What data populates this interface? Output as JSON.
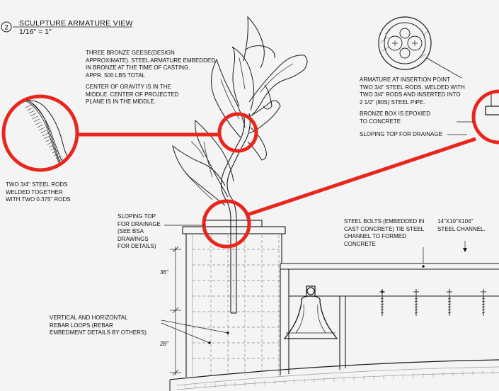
{
  "drawing": {
    "view_number": "2",
    "title": "SCULPTURE ARMATURE VIEW",
    "scale": "1/16\" = 1\""
  },
  "notes": {
    "geese": "THREE BRONZE GEESE(DESIGN\nAPPROXIMATE). STEEL ARMATURE EMBEDDED\nIN BRONZE AT THE TIME OF CASTING.\nAPPR. 500 LBS TOTAL",
    "center_of_gravity": "CENTER OF GRAVITY IS IN THE\nMIDDLE. CENTER OF PROJECTED\nPLANE IS IN THE MIDDLE.",
    "steel_rods": "TWO 3/4\" STEEL RODS\nWELDED TOGETHER\nWITH TWO 0.375\" RODS",
    "insertion_point": "ARMATURE AT INSERTION POINT\nTWO 3/4\" STEEL RODS, WELDED WITH\nTWO 3/4\" RODS AND INSERTED INTO\n2 1/2\" (80S) STEEL PIPE.",
    "bronze_box": "BRONZE BOX IS EPOXIED\nTO CONCRETE",
    "sloping_top_right": "SLOPING TOP FOR DRAINAGE",
    "sloping_top_left": "SLOPING TOP\nFOR DRAINAGE\n(SEE BSA\nDRAWINGS\nFOR DETAILS)",
    "steel_bolts": "STEEL BOLTS (EMBEDDED IN\nCAST CONCRETE) TIE STEEL\nCHANNEL TO FORMED\nCONCRETE",
    "steel_channel": "14\"X10\"X104\"\nSTEEL CHANNEL.",
    "rebar": "VERTICAL AND HORIZONTAL\nREBAR LOOPS (REBAR\nEMBEDMENT DETAILS BY OTHERS)"
  },
  "dimensions": {
    "upper": "36\"",
    "lower": "28\""
  },
  "colors": {
    "callout": "#e8261d",
    "line": "#1a1a1a",
    "grid": "#8a8a8a",
    "paper": "#f4f4f4"
  }
}
